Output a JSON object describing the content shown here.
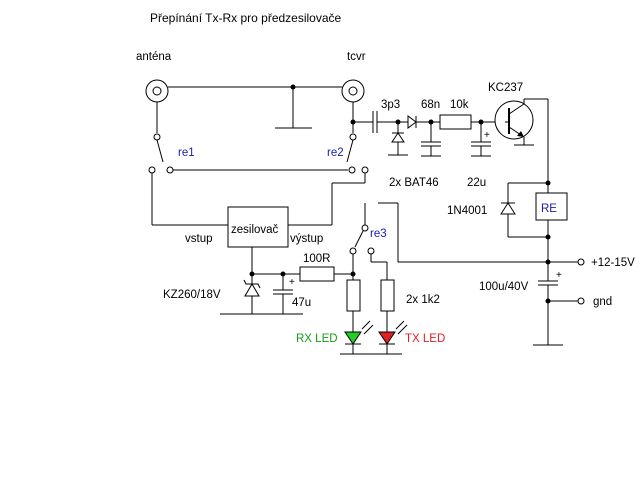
{
  "title": "Přepínání Tx-Rx pro předzesilovače",
  "labels": {
    "antenna": "anténa",
    "tcvr": "tcvr",
    "re1": "re1",
    "re2": "re2",
    "re3": "re3",
    "cap_3p3": "3p3",
    "cap_68n": "68n",
    "res_10k": "10k",
    "transistor": "KC237",
    "diodes": "2x BAT46",
    "cap_22u": "22u",
    "diode_1n4001": "1N4001",
    "relay": "RE",
    "amplifier": "zesilovač",
    "input": "vstup",
    "output": "výstup",
    "res_100r": "100R",
    "zener": "KZ260/18V",
    "cap_47u": "47u",
    "res_1k2": "2x 1k2",
    "power": "+12-15V",
    "cap_100u": "100u/40V",
    "gnd": "gnd",
    "rx_led": "RX LED",
    "tx_led": "TX LED"
  },
  "colors": {
    "blue_text": "#1a1ab0",
    "rx_led": "#22cc22",
    "tx_led": "#e02020"
  }
}
